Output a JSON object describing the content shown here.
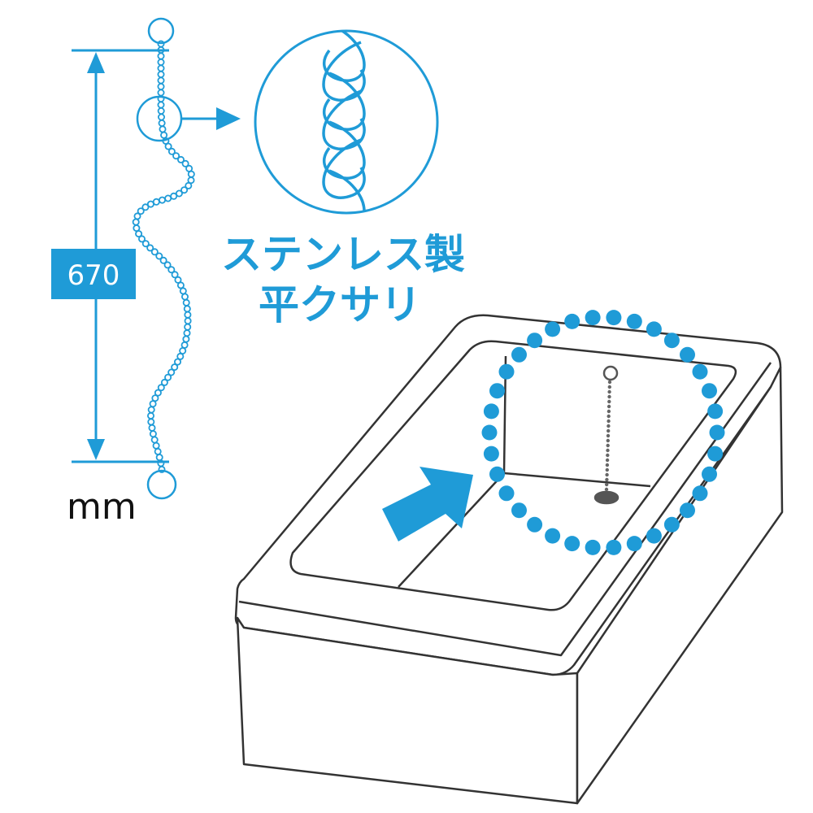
{
  "dimension": {
    "value": "670",
    "unit": "mm"
  },
  "product": {
    "line1": "ステンレス製",
    "line2": "平クサリ"
  },
  "colors": {
    "accent": "#1f9bd7",
    "outline": "#333333",
    "stopper": "#555555"
  },
  "icons": [
    "chain-detail-icon",
    "pointer-arrow-icon",
    "bathtub-icon"
  ]
}
